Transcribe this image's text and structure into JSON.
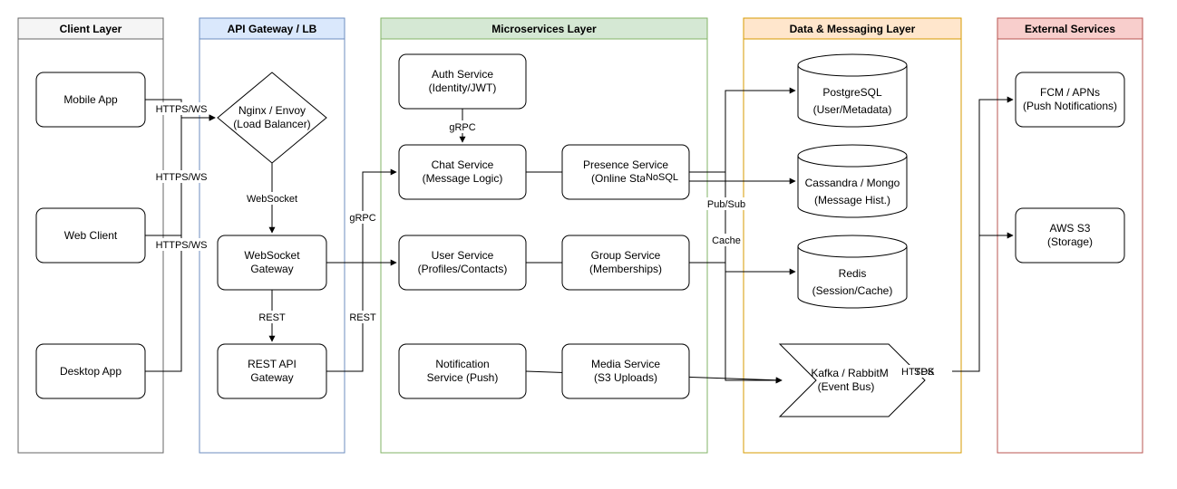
{
  "lanes": [
    {
      "id": "client",
      "title": "Client Layer",
      "header_fill": "#f5f5f5",
      "border": "#666666"
    },
    {
      "id": "gateway",
      "title": "API Gateway / LB",
      "header_fill": "#dae8fc",
      "border": "#6c8ebf"
    },
    {
      "id": "micro",
      "title": "Microservices Layer",
      "header_fill": "#d5e8d4",
      "border": "#82b366"
    },
    {
      "id": "data",
      "title": "Data & Messaging Layer",
      "header_fill": "#ffe6cc",
      "border": "#d79b00"
    },
    {
      "id": "external",
      "title": "External Services",
      "header_fill": "#f8cecc",
      "border": "#b85450"
    }
  ],
  "nodes": {
    "mobile": {
      "lines": [
        "Mobile App"
      ]
    },
    "web": {
      "lines": [
        "Web Client"
      ]
    },
    "desktop": {
      "lines": [
        "Desktop App"
      ]
    },
    "nginx": {
      "lines": [
        "Nginx / Envoy",
        "(Load Balancer)"
      ]
    },
    "wsgw": {
      "lines": [
        "WebSocket",
        "Gateway"
      ]
    },
    "restgw": {
      "lines": [
        "REST API",
        "Gateway"
      ]
    },
    "auth": {
      "lines": [
        "Auth Service",
        "(Identity/JWT)"
      ]
    },
    "chat": {
      "lines": [
        "Chat Service",
        "(Message Logic)"
      ]
    },
    "presence": {
      "lines": [
        "Presence Service",
        "(Online Sta"
      ]
    },
    "user": {
      "lines": [
        "User Service",
        "(Profiles/Contacts)"
      ]
    },
    "group": {
      "lines": [
        "Group Service",
        "(Memberships)"
      ]
    },
    "notif": {
      "lines": [
        "Notification",
        "Service (Push)"
      ]
    },
    "media": {
      "lines": [
        "Media Service",
        "(S3 Uploads)"
      ]
    },
    "postgres": {
      "lines": [
        "PostgreSQL",
        "(User/Metadata)"
      ]
    },
    "cassandra": {
      "lines": [
        "Cassandra / Mongo",
        "(Message Hist.)"
      ]
    },
    "redis": {
      "lines": [
        "Redis",
        "(Session/Cache)"
      ]
    },
    "kafka": {
      "lines": [
        "Kafka / RabbitM",
        "(Event Bus)"
      ]
    },
    "fcm": {
      "lines": [
        "FCM / APNs",
        "(Push Notifications)"
      ]
    },
    "s3": {
      "lines": [
        "AWS S3",
        "(Storage)"
      ]
    }
  },
  "edge_labels": {
    "https_ws_1": "HTTPS/WS",
    "https_ws_2": "HTTPS/WS",
    "https_ws_3": "HTTPS/WS",
    "websocket": "WebSocket",
    "rest_1": "REST",
    "rest_2": "REST",
    "grpc_1": "gRPC",
    "grpc_2": "gRPC",
    "nosql": "NoSQL",
    "pubsub": "Pub/Sub",
    "cache": "Cache",
    "https": "HTTPS",
    "sdk": "SDK"
  },
  "colors": {
    "node_stroke": "#000000",
    "edge": "#000000",
    "text": "#000000"
  }
}
